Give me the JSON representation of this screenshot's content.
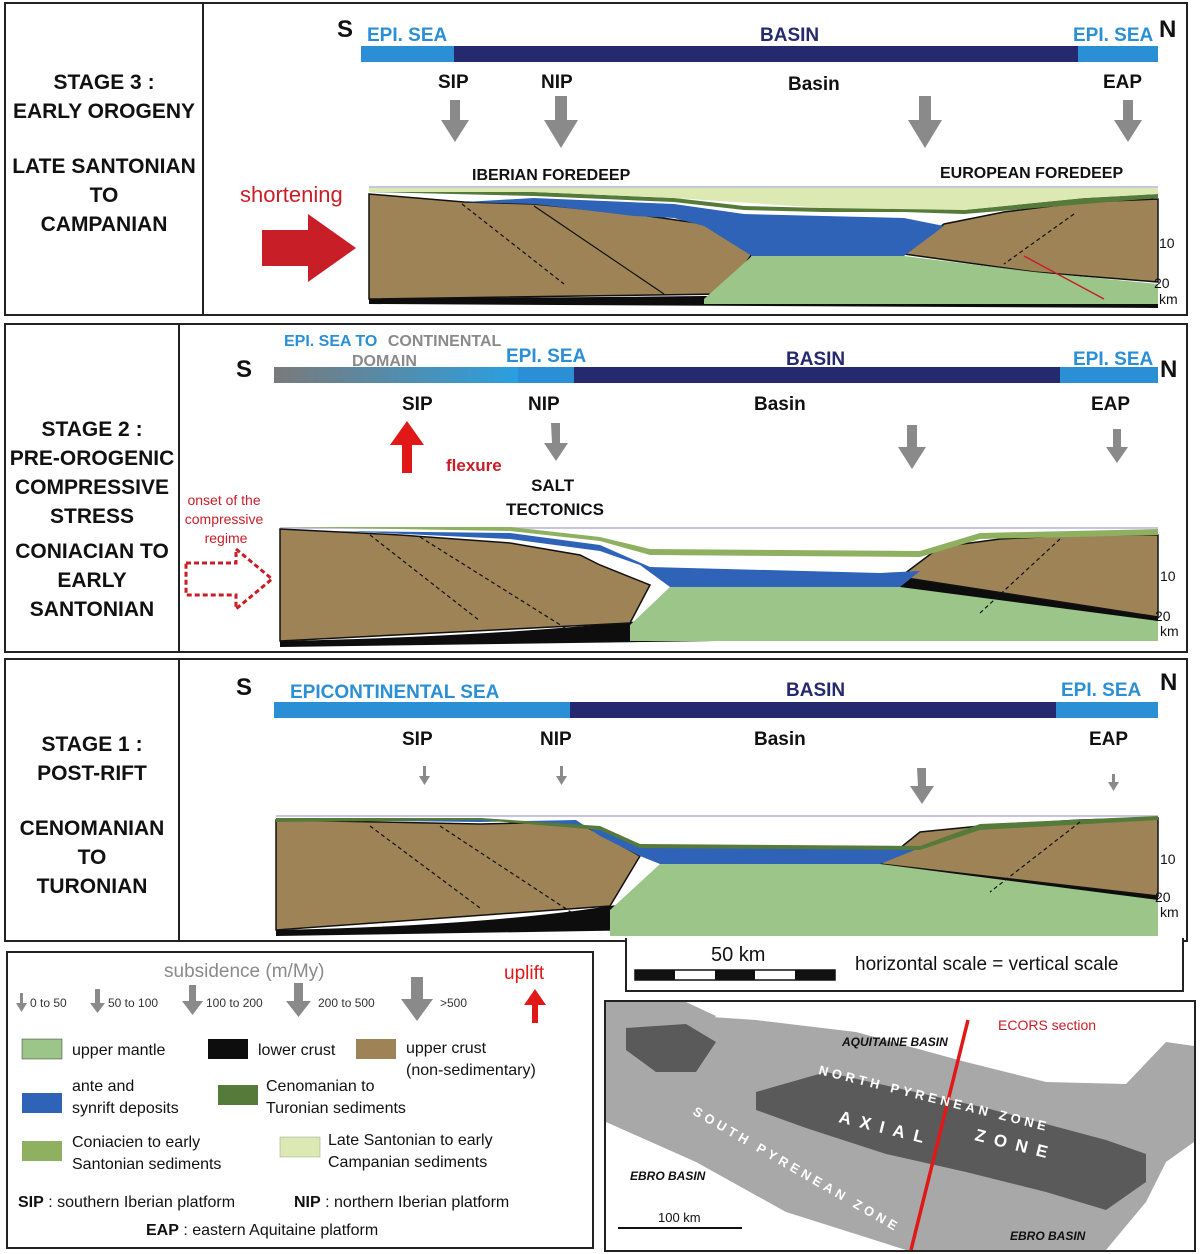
{
  "stages": [
    {
      "id": "stage3",
      "title_lines": [
        "STAGE 3 :",
        "EARLY OROGENY"
      ],
      "age_lines": [
        "LATE SANTONIAN",
        "TO",
        "CAMPANIAN"
      ],
      "bar_labels": {
        "left": "EPI. SEA",
        "mid": "BASIN",
        "right": "EPI. SEA"
      },
      "dir_s": "S",
      "dir_n": "N",
      "domains": {
        "sip": "SIP",
        "nip": "NIP",
        "basin": "Basin",
        "eap": "EAP"
      },
      "foredeep_left": "IBERIAN FOREDEEP",
      "foredeep_right": "EUROPEAN FOREDEEP",
      "stress_label": "shortening",
      "depth_10": "10",
      "depth_20": "20",
      "depth_unit": "km"
    },
    {
      "id": "stage2",
      "title_lines": [
        "STAGE 2 :",
        "PRE-OROGENIC",
        "COMPRESSIVE",
        "STRESS"
      ],
      "age_lines": [
        "CONIACIAN TO",
        "EARLY",
        "SANTONIAN"
      ],
      "bar_labels": {
        "left_a": "EPI. SEA TO",
        "left_b": "CONTINENTAL",
        "left_c": "DOMAIN",
        "left2": "EPI. SEA",
        "mid": "BASIN",
        "right": "EPI. SEA"
      },
      "dir_s": "S",
      "dir_n": "N",
      "domains": {
        "sip": "SIP",
        "nip": "NIP",
        "basin": "Basin",
        "eap": "EAP"
      },
      "flexure_label": "flexure",
      "salt_lines": [
        "SALT",
        "TECTONICS"
      ],
      "onset_lines": [
        "onset of the",
        "compressive",
        "regime"
      ],
      "depth_10": "10",
      "depth_20": "20",
      "depth_unit": "km"
    },
    {
      "id": "stage1",
      "title_lines": [
        "STAGE 1 :",
        "POST-RIFT"
      ],
      "age_lines": [
        "CENOMANIAN",
        "TO",
        "TURONIAN"
      ],
      "bar_labels": {
        "left": "EPICONTINENTAL SEA",
        "mid": "BASIN",
        "right": "EPI. SEA"
      },
      "dir_s": "S",
      "dir_n": "N",
      "domains": {
        "sip": "SIP",
        "nip": "NIP",
        "basin": "Basin",
        "eap": "EAP"
      },
      "depth_10": "10",
      "depth_20": "20",
      "depth_unit": "km"
    }
  ],
  "scale": {
    "label": "50 km",
    "note": "horizontal scale = vertical scale"
  },
  "legend": {
    "subsidence_title": "subsidence (m/My)",
    "uplift_title": "uplift",
    "arrow_classes": [
      "0 to 50",
      "50 to 100",
      "100 to 200",
      "200 to 500",
      ">500"
    ],
    "units": [
      {
        "label_lines": [
          "upper mantle"
        ],
        "color": "#9cc58a"
      },
      {
        "label_lines": [
          "lower crust"
        ],
        "color": "#0d0d0d"
      },
      {
        "label_lines": [
          "upper crust",
          "(non-sedimentary)"
        ],
        "color": "#9e8356"
      },
      {
        "label_lines": [
          "ante and",
          "synrift deposits"
        ],
        "color": "#2f63b8"
      },
      {
        "label_lines": [
          "Cenomanian to",
          "Turonian sediments"
        ],
        "color": "#557a3a"
      },
      {
        "label_lines": [
          "Coniacien to early",
          "Santonian sediments"
        ],
        "color": "#8fb060"
      },
      {
        "label_lines": [
          "Late Santonian to early",
          "Campanian sediments"
        ],
        "color": "#dde9b2"
      }
    ],
    "abbrev": [
      {
        "key": "SIP",
        "text": ": southern Iberian platform"
      },
      {
        "key": "NIP",
        "text": ": northern Iberian platform"
      },
      {
        "key": "EAP",
        "text": ": eastern Aquitaine platform"
      }
    ]
  },
  "map": {
    "ecors": "ECORS section",
    "aquitaine": "AQUITAINE BASIN",
    "ebro_left": "EBRO  BASIN",
    "ebro_right": "EBRO  BASIN",
    "north_zone": "NORTH PYRENEAN ZONE",
    "axial_a": "AXIAL",
    "axial_b": "ZONE",
    "south_zone": "SOUTH PYRENEAN ZONE",
    "scale": "100 km"
  },
  "colors": {
    "epi_sea": "#2a8fd4",
    "basin": "#252a6e",
    "arrow": "#8a8a8a",
    "red": "#c81e28",
    "mantle": "#9cc58a",
    "crust": "#9e8356",
    "lower": "#0d0d0d",
    "synrift": "#2f63b8",
    "ceno": "#557a3a",
    "conia": "#8fb060",
    "late": "#dde9b2"
  }
}
